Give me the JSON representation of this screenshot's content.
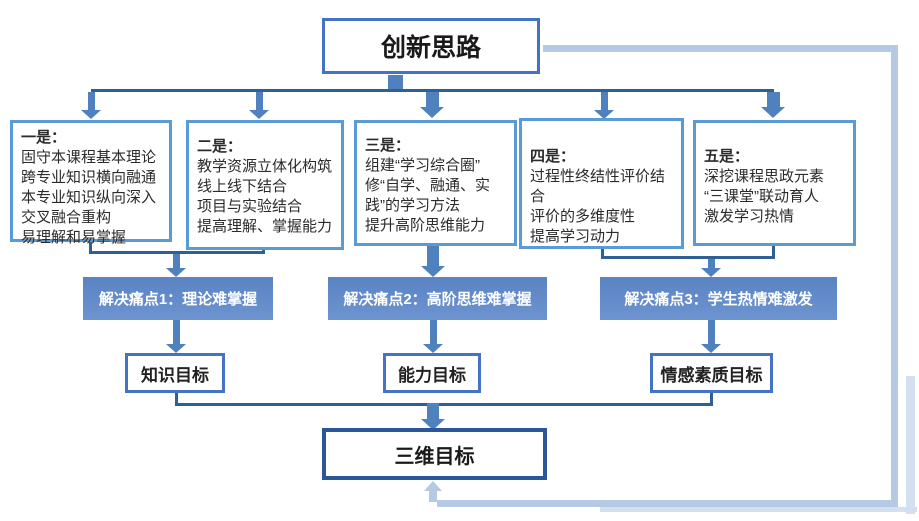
{
  "diagram_title": "创新思路",
  "points": [
    {
      "title": "一是：",
      "lines": [
        "固守本课程基本理论",
        "跨专业知识横向融通",
        "本专业知识纵向深入",
        "交叉融合重构",
        "易理解和易掌握"
      ]
    },
    {
      "title": "二是：",
      "lines": [
        "教学资源立体化构筑",
        "线上线下结合",
        "项目与实验结合",
        "提高理解、掌握能力"
      ]
    },
    {
      "title": "三是：",
      "lines": [
        "组建“学习综合圈”",
        "修“自学、融通、实",
        "践”的学习方法",
        "提升高阶思维能力"
      ]
    },
    {
      "title": "四是：",
      "lines": [
        "过程性终结性评价结合",
        "评价的多维度性",
        "提高学习动力"
      ]
    },
    {
      "title": "五是：",
      "lines": [
        "深挖课程思政元素",
        "“三课堂”联动育人",
        "激发学习热情"
      ]
    }
  ],
  "pain_points": [
    "解决痛点1：理论难掌握",
    "解决痛点2：高阶思维难掌握",
    "解决痛点3：学生热情难激发"
  ],
  "goals": [
    "知识目标",
    "能力目标",
    "情感素质目标"
  ],
  "final_goal": "三维目标",
  "colors": {
    "point_border": "#5B9BD5",
    "title_border": "#4472C4",
    "final_border": "#2B579A",
    "pain_fill": "#5E88C7",
    "arrow": "#4E81BD",
    "connector_line": "#2E6095",
    "feedback_loop": "#B5C9E4"
  }
}
